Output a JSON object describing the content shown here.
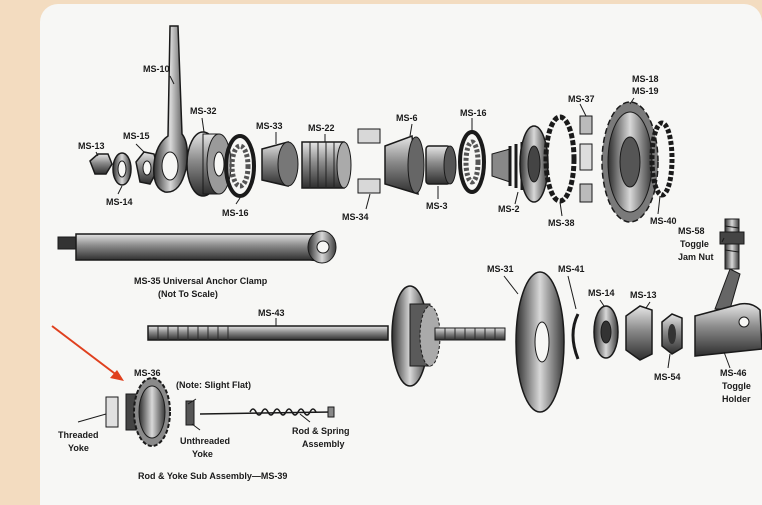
{
  "parts": {
    "ms10": "MS-10",
    "ms13a": "MS-13",
    "ms15": "MS-15",
    "ms14a": "MS-14",
    "ms32": "MS-32",
    "ms16a": "MS-16",
    "ms33": "MS-33",
    "ms22": "MS-22",
    "ms34": "MS-34",
    "ms6": "MS-6",
    "ms3": "MS-3",
    "ms16b": "MS-16",
    "ms2": "MS-2",
    "ms37": "MS-37",
    "ms38": "MS-38",
    "ms18": "MS-18",
    "ms19": "MS-19",
    "ms40": "MS-40",
    "ms58": "MS-58",
    "toggle_jam_nut_line1": "Toggle",
    "toggle_jam_nut_line2": "Jam Nut",
    "ms35": "MS-35 Universal Anchor Clamp",
    "ms35_note": "(Not To Scale)",
    "ms31": "MS-31",
    "ms41": "MS-41",
    "ms14b": "MS-14",
    "ms13b": "MS-13",
    "ms43": "MS-43",
    "ms54": "MS-54",
    "ms46": "MS-46",
    "toggle_holder_line1": "Toggle",
    "toggle_holder_line2": "Holder",
    "ms36": "MS-36",
    "slight_flat": "(Note: Slight Flat)",
    "threaded_yoke_line1": "Threaded",
    "threaded_yoke_line2": "Yoke",
    "unthreaded_yoke_line1": "Unthreaded",
    "unthreaded_yoke_line2": "Yoke",
    "rod_spring_line1": "Rod & Spring",
    "rod_spring_line2": "Assembly",
    "sub_assembly": "Rod & Yoke Sub Assembly—MS-39"
  },
  "colors": {
    "ink": "#1a1a1a",
    "metal_dark": "#3a3a3a",
    "metal_mid": "#8a8a8a",
    "metal_light": "#cfcfcf",
    "arrow": "#e0401e",
    "page": "#f7f7f5",
    "border": "#f3dcc0"
  }
}
